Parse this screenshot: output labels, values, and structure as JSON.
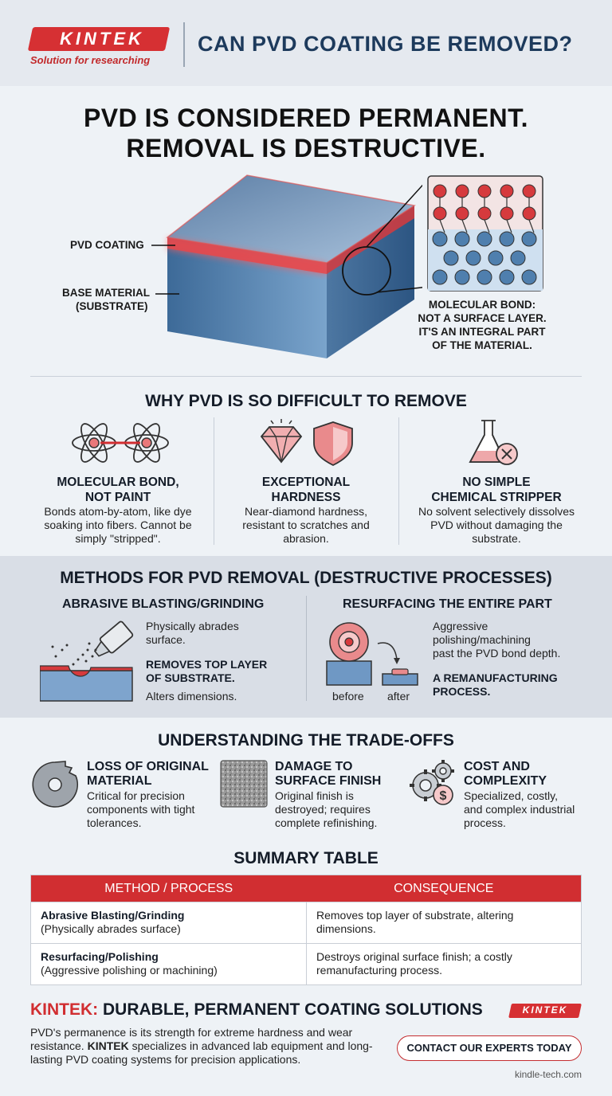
{
  "header": {
    "logo_text": "KINTEK",
    "logo_tagline": "Solution for researching",
    "title": "CAN PVD COATING BE REMOVED?"
  },
  "hero": {
    "title_line1": "PVD IS CONSIDERED PERMANENT.",
    "title_line2": "REMOVAL IS DESTRUCTIVE.",
    "label_coating": "PVD COATING",
    "label_base_line1": "BASE MATERIAL",
    "label_base_line2": "(SUBSTRATE)",
    "molecular_caption": [
      "MOLECULAR BOND:",
      "NOT A SURFACE LAYER.",
      "IT'S AN INTEGRAL PART",
      "OF THE MATERIAL."
    ]
  },
  "why": {
    "title": "WHY PVD IS SO DIFFICULT TO REMOVE",
    "columns": [
      {
        "heading": [
          "MOLECULAR BOND,",
          "NOT PAINT"
        ],
        "text": [
          "Bonds atom-by-atom, like dye",
          "soaking into fibers. Cannot be",
          "simply \"stripped\"."
        ],
        "icon": "atom-bond-icon"
      },
      {
        "heading": [
          "EXCEPTIONAL",
          "HARDNESS"
        ],
        "text": [
          "Near-diamond hardness,",
          "resistant to scratches and",
          "abrasion."
        ],
        "icon": "diamond-shield-icon"
      },
      {
        "heading": [
          "NO SIMPLE",
          "CHEMICAL STRIPPER"
        ],
        "text": [
          "No solvent selectively dissolves",
          "PVD without damaging the",
          "substrate."
        ],
        "icon": "flask-x-icon"
      }
    ]
  },
  "methods": {
    "title": "METHODS FOR PVD REMOVAL (DESTRUCTIVE PROCESSES)",
    "blasting": {
      "heading": "ABRASIVE BLASTING/GRINDING",
      "text1": [
        "Physically abrades",
        "surface."
      ],
      "bold": [
        "REMOVES TOP LAYER",
        "OF SUBSTRATE."
      ],
      "text2": "Alters dimensions."
    },
    "resurfacing": {
      "heading": "RESURFACING THE ENTIRE PART",
      "text1": [
        "Aggressive",
        "polishing/machining",
        "past the PVD bond depth."
      ],
      "bold": [
        "A REMANUFACTURING",
        "PROCESS."
      ],
      "before": "before",
      "after": "after"
    }
  },
  "tradeoffs": {
    "title": "UNDERSTANDING THE TRADE-OFFS",
    "items": [
      {
        "heading": [
          "LOSS OF ORIGINAL",
          "MATERIAL"
        ],
        "text": [
          "Critical for precision",
          "components with tight",
          "tolerances."
        ],
        "icon": "cut-disc-icon"
      },
      {
        "heading": [
          "DAMAGE TO",
          "SURFACE FINISH"
        ],
        "text": [
          "Original finish is",
          "destroyed; requires",
          "complete refinishing."
        ],
        "icon": "rough-texture-icon"
      },
      {
        "heading": [
          "COST AND",
          "COMPLEXITY"
        ],
        "text": [
          "Specialized, costly,",
          "and complex industrial",
          "process."
        ],
        "icon": "gear-dollar-icon"
      }
    ]
  },
  "summary": {
    "title": "SUMMARY TABLE",
    "headers": [
      "METHOD / PROCESS",
      "CONSEQUENCE"
    ],
    "rows": [
      {
        "method": "Abrasive Blasting/Grinding",
        "method_sub": "(Physically abrades surface)",
        "consequence": [
          "Removes top layer of substrate, altering",
          "dimensions."
        ]
      },
      {
        "method": "Resurfacing/Polishing",
        "method_sub": "(Aggressive polishing or machining)",
        "consequence": [
          "Destroys original surface finish; a costly",
          "remanufacturing process."
        ]
      }
    ]
  },
  "cta": {
    "brand": "KINTEK:",
    "title": "DURABLE, PERMANENT COATING SOLUTIONS",
    "text_a": "PVD's permanence is its strength for extreme hardness and wear resistance. ",
    "text_brand": "KINTEK",
    "text_b": " specializes in advanced lab equipment and long-lasting PVD coating systems for precision applications.",
    "button": "CONTACT OUR EXPERTS TODAY",
    "logo_small": "KINTEK",
    "url": "kindle-tech.com"
  },
  "colors": {
    "accent": "#d12e31",
    "navy": "#1d3a5c",
    "steel": "#4f7fae"
  }
}
